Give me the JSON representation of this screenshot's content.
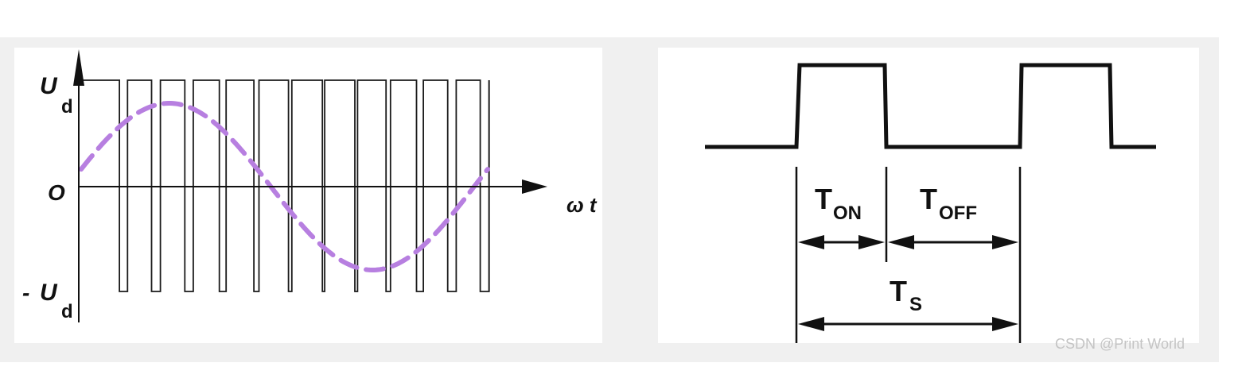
{
  "left_diagram": {
    "y_label_pos_main": "U",
    "y_label_pos_sub": "d",
    "y_label_neg_prefix": "- ",
    "y_label_neg_main": "U",
    "y_label_neg_sub": "d",
    "origin_label": "O",
    "x_label": "ω t",
    "pwm_widths_ud": [
      0.27,
      0.29,
      0.28,
      0.23,
      0.18,
      0.13,
      0.1,
      0.11,
      0.16,
      0.23,
      0.28,
      0.29
    ],
    "pwm_period_count": 12,
    "sine_phase_note": "one period",
    "colors": {
      "sine": "#b77fe0",
      "pwm": "#1a1a1a"
    }
  },
  "right_diagram": {
    "t_on_main": "T",
    "t_on_sub": "ON",
    "t_off_main": "T",
    "t_off_sub": "OFF",
    "t_s_main": "T",
    "t_s_sub": "S"
  },
  "watermark": "CSDN @Print World"
}
